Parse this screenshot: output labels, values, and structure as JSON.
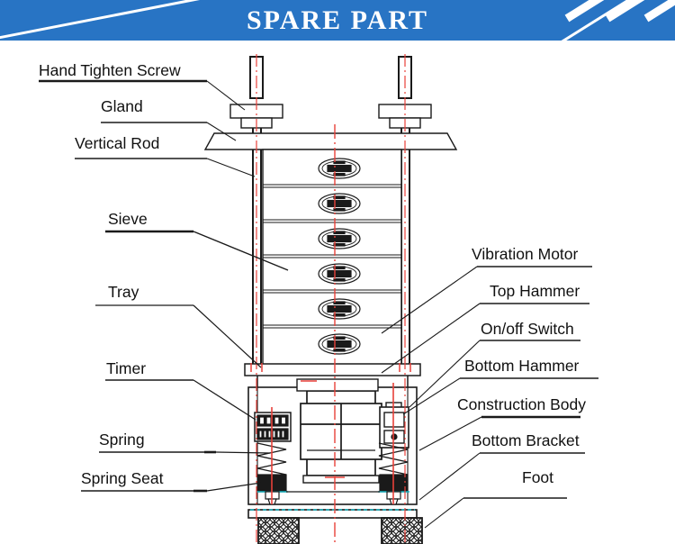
{
  "banner": {
    "title": "SPARE PART",
    "bg_color": "#2874c4",
    "text_color": "#ffffff",
    "stripe_color": "#ffffff"
  },
  "diagram": {
    "subject": "vibrating sieve shaker machine cutaway",
    "line_color": "#1a1a1a",
    "centerline_color": "#e8413a",
    "accent_color": "#16b6c4",
    "sieve_tray_count": 6,
    "sieve_badge": "logo-oval"
  },
  "labels": {
    "left": [
      {
        "id": "hand-tighten-screw",
        "text": "Hand Tighten Screw"
      },
      {
        "id": "gland",
        "text": "Gland"
      },
      {
        "id": "vertical-rod",
        "text": "Vertical Rod"
      },
      {
        "id": "sieve",
        "text": "Sieve"
      },
      {
        "id": "tray",
        "text": "Tray"
      },
      {
        "id": "timer",
        "text": "Timer"
      },
      {
        "id": "spring",
        "text": "Spring"
      },
      {
        "id": "spring-seat",
        "text": "Spring Seat"
      }
    ],
    "right": [
      {
        "id": "vibration-motor",
        "text": "Vibration Motor"
      },
      {
        "id": "top-hammer",
        "text": "Top Hammer"
      },
      {
        "id": "on-off-switch",
        "text": "On/off Switch"
      },
      {
        "id": "bottom-hammer",
        "text": "Bottom Hammer"
      },
      {
        "id": "construction-body",
        "text": "Construction Body"
      },
      {
        "id": "bottom-bracket",
        "text": "Bottom Bracket"
      },
      {
        "id": "foot",
        "text": "Foot"
      }
    ]
  }
}
